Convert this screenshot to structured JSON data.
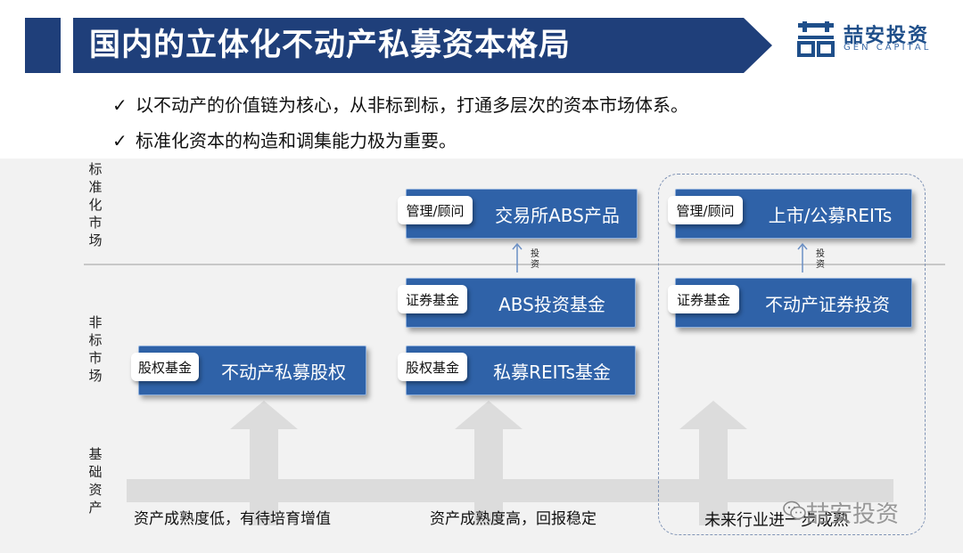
{
  "header": {
    "title": "国内的立体化不动产私募资本格局",
    "logo_cn": "喆安投资",
    "logo_en": "GEN CAPITAL",
    "primary_color": "#1f3f7a"
  },
  "bullets": [
    "以不动产的价值链为核心，从非标到标，打通多层次的资本市场体系。",
    "标准化资本的构造和调集能力极为重要。"
  ],
  "axis": {
    "standard_market": "标准化市场",
    "nonstandard_market": "非标市场",
    "underlying_assets": "基础资产"
  },
  "boxes": {
    "equity_private": {
      "tag": "股权基金",
      "label": "不动产私募股权"
    },
    "private_reits": {
      "tag": "股权基金",
      "label": "私募REITs基金"
    },
    "abs_fund": {
      "tag": "证券基金",
      "label": "ABS投资基金"
    },
    "exchange_abs": {
      "tag": "管理/顾问",
      "label": "交易所ABS产品"
    },
    "re_securities": {
      "tag": "证券基金",
      "label": "不动产证券投资"
    },
    "public_reits": {
      "tag": "管理/顾问",
      "label": "上市/公募REITs"
    }
  },
  "invest_labels": [
    "投资",
    "投资"
  ],
  "bottom_labels": {
    "low": "资产成熟度低，有待培育增值",
    "high": "资产成熟度高，回报稳定",
    "future": "未来行业进一步成熟"
  },
  "watermark": "喆安投资"
}
